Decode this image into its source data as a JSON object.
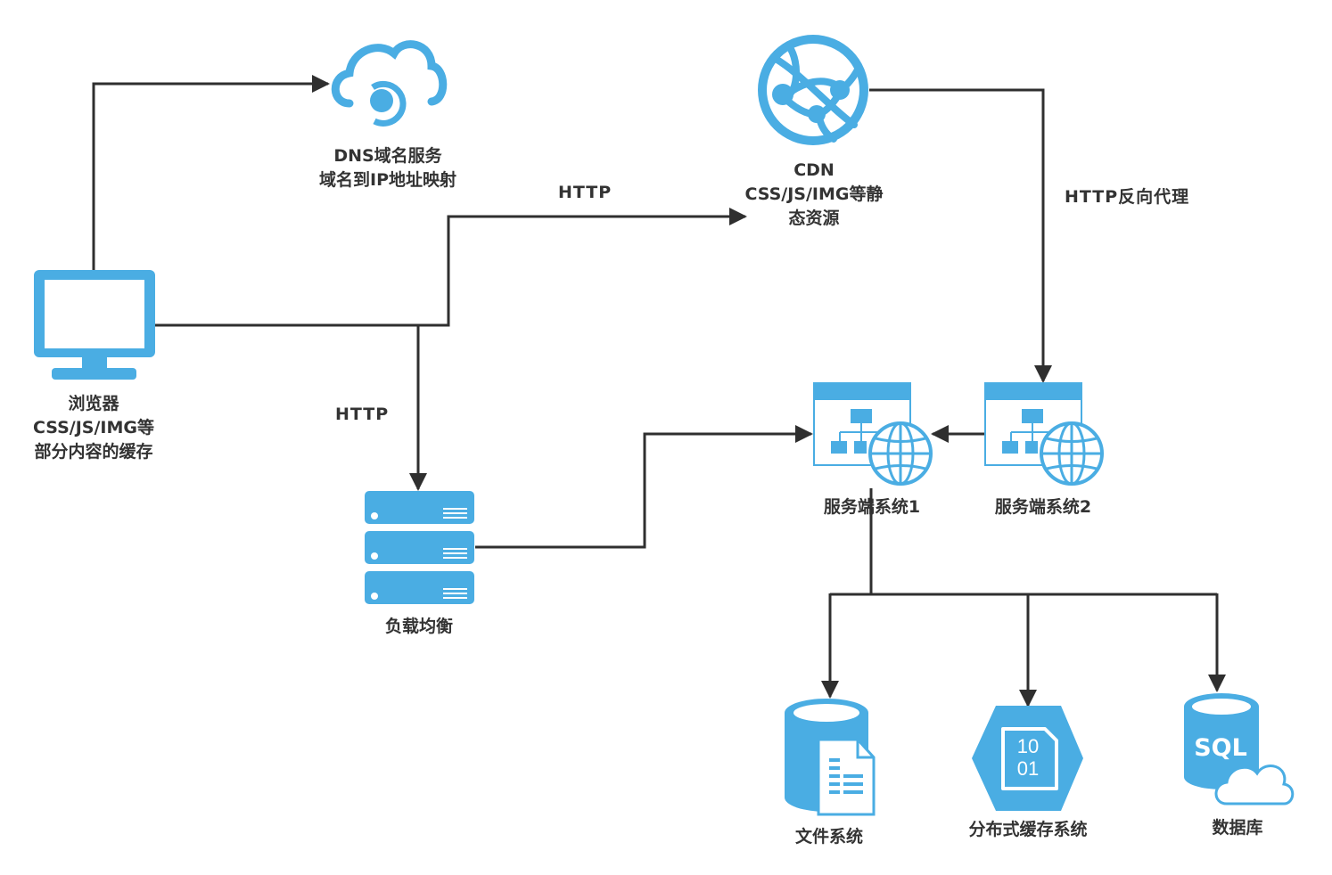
{
  "colors": {
    "icon": "#4aade3",
    "icon_dark": "#3c9fd8",
    "line": "#2f2f2f",
    "text": "#333333",
    "background": "#ffffff"
  },
  "nodes": {
    "browser": {
      "icon": "monitor-icon",
      "lines": [
        "浏览器",
        "CSS/JS/IMG等",
        "部分内容的缓存"
      ]
    },
    "dns": {
      "icon": "cloud-dns-icon",
      "lines": [
        "DNS域名服务",
        "域名到IP地址映射"
      ]
    },
    "cdn": {
      "icon": "globe-network-icon",
      "lines": [
        "CDN",
        "CSS/JS/IMG等静",
        "态资源"
      ]
    },
    "load_balancer": {
      "icon": "server-rack-icon",
      "lines": [
        "负载均衡"
      ]
    },
    "server1": {
      "icon": "web-app-globe-icon",
      "lines": [
        "服务端系统1"
      ]
    },
    "server2": {
      "icon": "web-app-globe-icon",
      "lines": [
        "服务端系统2"
      ]
    },
    "file_system": {
      "icon": "database-document-icon",
      "lines": [
        "文件系统"
      ]
    },
    "cache": {
      "icon": "hexagon-binary-icon",
      "lines": [
        "分布式缓存系统"
      ],
      "glyph_top": "10",
      "glyph_bottom": "01"
    },
    "database": {
      "icon": "sql-database-cloud-icon",
      "lines": [
        "数据库"
      ],
      "glyph": "SQL"
    }
  },
  "edges": [
    {
      "from": "browser",
      "to": "dns",
      "label": ""
    },
    {
      "from": "browser",
      "to": "cdn",
      "label": "HTTP"
    },
    {
      "from": "browser",
      "to": "load_balancer",
      "label": "HTTP"
    },
    {
      "from": "cdn",
      "to": "server2",
      "label": "HTTP反向代理"
    },
    {
      "from": "load_balancer",
      "to": "server1",
      "label": ""
    },
    {
      "from": "server2",
      "to": "server1",
      "label": ""
    },
    {
      "from": "server1",
      "to": "file_system",
      "label": ""
    },
    {
      "from": "server1",
      "to": "cache",
      "label": ""
    },
    {
      "from": "server1",
      "to": "database",
      "label": ""
    }
  ],
  "edge_labels": {
    "browser_cdn": "HTTP",
    "browser_lb": "HTTP",
    "cdn_server2": "HTTP反向代理"
  }
}
